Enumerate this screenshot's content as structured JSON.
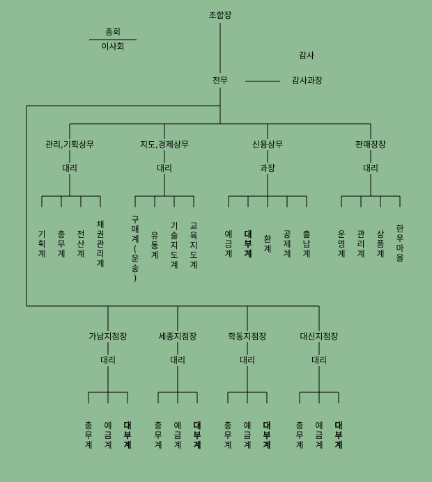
{
  "top": {
    "chief": "조합장",
    "assembly": "총회",
    "board": "이사회",
    "auditor": "감사",
    "director": "전무",
    "audit_manager": "감사과장"
  },
  "divisions": [
    {
      "title": "관리,기획상무",
      "sub": "대리",
      "units": [
        "기획계",
        "총무계",
        "전산계",
        "채권관리계"
      ]
    },
    {
      "title": "지도,경제상무",
      "sub": "대리",
      "units": [
        "구매계(운송)",
        "유통계",
        "기술지도계",
        "교육지도계"
      ]
    },
    {
      "title": "신용상무",
      "sub": "과장",
      "units": [
        "예금계",
        "대부계",
        "환계",
        "공제계",
        "출납계"
      ]
    },
    {
      "title": "판매장장",
      "sub": "대리",
      "units": [
        "운영계",
        "관리계",
        "상품계",
        "한우마을"
      ]
    }
  ],
  "branches": [
    {
      "title": "가남지점장",
      "sub": "대리",
      "units": [
        "총무계",
        "예금계",
        "대부계"
      ]
    },
    {
      "title": "세종지점장",
      "sub": "대리",
      "units": [
        "총무계",
        "예금계",
        "대부계"
      ]
    },
    {
      "title": "학동지점장",
      "sub": "대리",
      "units": [
        "총무계",
        "예금계",
        "대부계"
      ]
    },
    {
      "title": "대신지점장",
      "sub": "대리",
      "units": [
        "총무계",
        "예금계",
        "대부계"
      ]
    }
  ]
}
